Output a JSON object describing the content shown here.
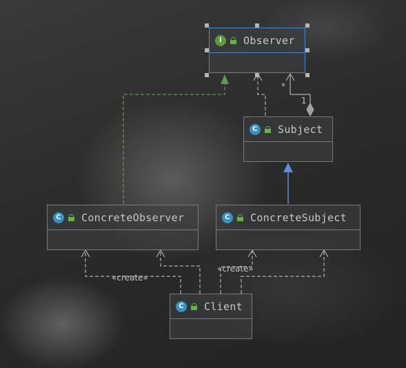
{
  "diagram": {
    "classes": {
      "observer": {
        "name": "Observer",
        "kind_icon": "I",
        "kind": "interface"
      },
      "subject": {
        "name": "Subject",
        "kind_icon": "C",
        "kind": "class"
      },
      "concrete_observer": {
        "name": "ConcreteObserver",
        "kind_icon": "C",
        "kind": "class"
      },
      "concrete_subject": {
        "name": "ConcreteSubject",
        "kind_icon": "C",
        "kind": "class"
      },
      "client": {
        "name": "Client",
        "kind_icon": "C",
        "kind": "class"
      }
    },
    "edge_labels": {
      "create_left": "«create»",
      "create_right": "«create»",
      "multiplicity_many": "*",
      "multiplicity_one": "1"
    },
    "colors": {
      "dependency": "#b0b0b0",
      "realization": "#5f9a4c",
      "inheritance": "#5b8fd9",
      "selection": "#4a88c7"
    }
  }
}
